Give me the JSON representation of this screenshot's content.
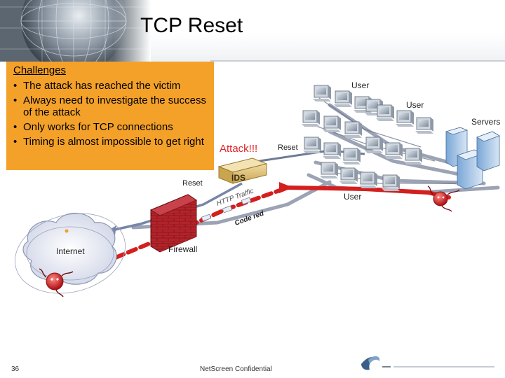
{
  "slide": {
    "title": "TCP Reset",
    "page_number": "36",
    "footer_confidential": "NetScreen Confidential"
  },
  "challenges": {
    "heading": "Challenges",
    "items": [
      "The attack has reached the victim",
      "Always need to investigate the success of the attack",
      "Only works for TCP connections",
      "Timing is almost impossible to get right"
    ]
  },
  "diagram": {
    "labels": {
      "user_top": "User",
      "user_mid": "User",
      "user_bottom": "User",
      "servers": "Servers",
      "attack": "Attack!!!",
      "reset_ids": "Reset",
      "ids": "IDS",
      "reset_internet": "Reset",
      "http_traffic": "HTTP Traffic",
      "code_red": "Code red",
      "internet": "Internet",
      "firewall": "Firewall"
    },
    "colors": {
      "attack_text": "#e0242a",
      "attack_path": "#d41f1f",
      "normal_path": "#8a93a8",
      "challenges_box": "#f4a12a",
      "firewall": "#b3232a"
    },
    "icons": [
      "globe-icon",
      "workstation-icon",
      "server-icon",
      "ids-appliance-icon",
      "firewall-icon",
      "internet-cloud-icon",
      "worm-virus-icon",
      "netscreen-logo-icon"
    ]
  }
}
